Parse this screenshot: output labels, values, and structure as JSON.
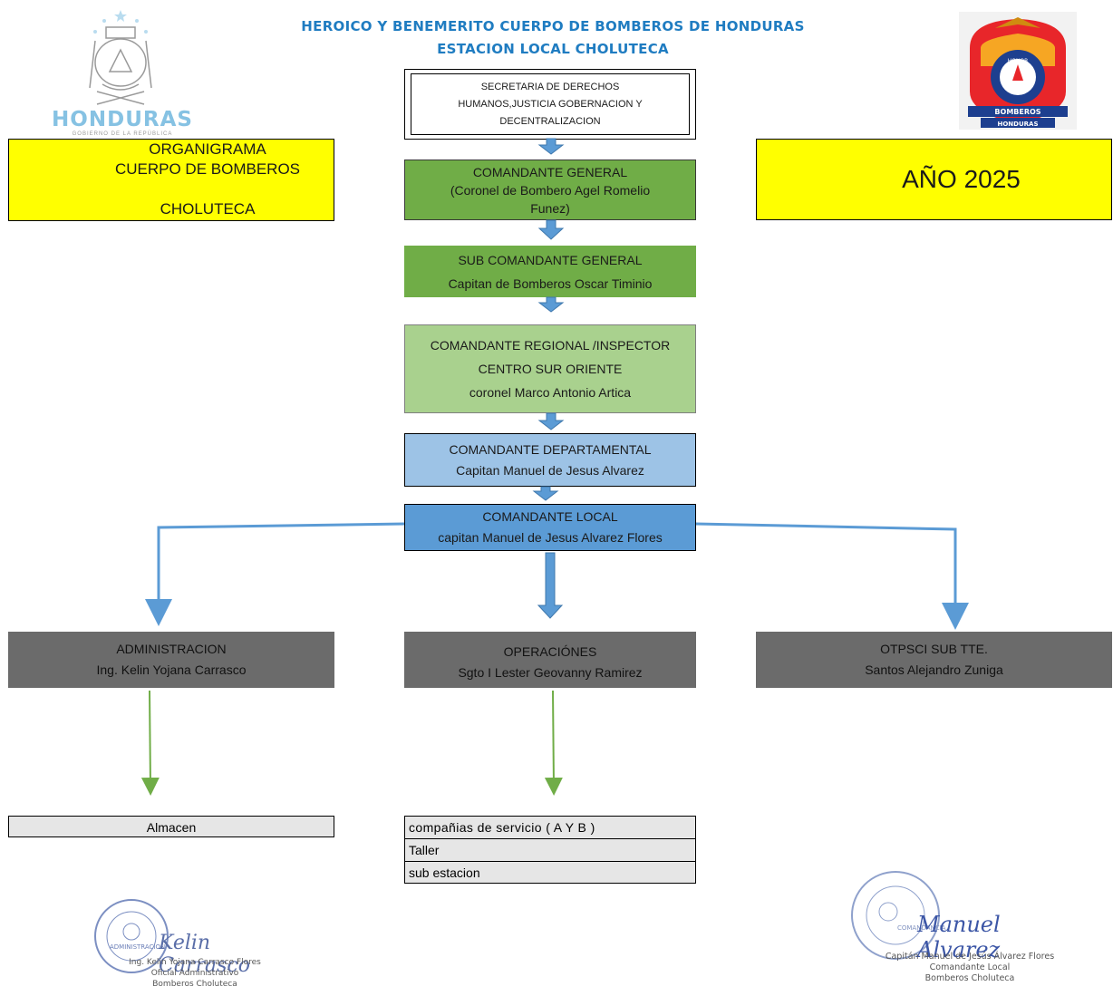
{
  "header": {
    "title_line1": "HEROICO Y BENEMERITO CUERPO DE BOMBEROS DE HONDURAS",
    "title_line2": "ESTACION LOCAL CHOLUTECA"
  },
  "logos": {
    "left_text": "HONDURAS",
    "left_subtext": "GOBIERNO DE LA REPÚBLICA",
    "right_text": "BOMBEROS",
    "right_subtext": "HONDURAS",
    "right_arc": "HONOR"
  },
  "left_box": {
    "line1": "ORGANIGRAMA",
    "line2": "CUERPO DE BOMBEROS",
    "line3": "CHOLUTECA"
  },
  "right_box": {
    "text": "AÑO 2025"
  },
  "chain": [
    {
      "lines": [
        "SECRETARIA  DE DERECHOS",
        "HUMANOS,JUSTICIA  GOBERNACION  Y",
        "DECENTRALIZACION"
      ]
    },
    {
      "lines": [
        "COMANDANTE GENERAL",
        "(Coronel de Bombero Agel Romelio",
        "Funez)"
      ]
    },
    {
      "lines": [
        "SUB COMANDANTE GENERAL",
        "Capitan de Bomberos  Oscar Timinio"
      ]
    },
    {
      "lines": [
        "COMANDANTE REGIONAL /INSPECTOR",
        "CENTRO SUR ORIENTE",
        "coronel Marco Antonio Artica"
      ]
    },
    {
      "lines": [
        "COMANDANTE DEPARTAMENTAL",
        "Capitan Manuel de Jesus Alvarez"
      ]
    },
    {
      "lines": [
        "COMANDANTE LOCAL",
        "capitan Manuel de Jesus Alvarez Flores"
      ]
    }
  ],
  "departments": [
    {
      "lines": [
        "ADMINISTRACION",
        "Ing. Kelin Yojana Carrasco"
      ]
    },
    {
      "lines": [
        "OPERACIÓNES",
        "Sgto I Lester Geovanny Ramirez"
      ]
    },
    {
      "lines": [
        "OTPSCI   SUB TTE.",
        "Santos Alejandro Zuniga"
      ]
    }
  ],
  "units": {
    "admin": [
      "Almacen"
    ],
    "ops": [
      "compañias de servicio  ( A Y B )",
      "Taller",
      "sub estacion"
    ]
  },
  "signatures": {
    "left": {
      "stamp_text": "ADMINISTRACION",
      "handwritten": "Kelin Carrasco",
      "lines": [
        "Ing. Kelin Yojana Carrasco Flores",
        "Oficial Administrativo",
        "Bomberos Choluteca"
      ]
    },
    "right": {
      "stamp_text": "COMANDANCIA",
      "handwritten": "Manuel Alvarez",
      "lines": [
        "Capitán Manuel de Jesús Álvarez Flores",
        "Comandante Local",
        "Bomberos Choluteca"
      ]
    }
  },
  "colors": {
    "header_blue": "#1f7cc1",
    "yellow": "#ffff00",
    "green_dark": "#70ad47",
    "green_light": "#a9d18e",
    "blue_light": "#9dc3e6",
    "blue_mid": "#5b9bd5",
    "gray": "#6b6b6b",
    "row_gray": "#e6e6e6",
    "connector_blue": "#5b9bd5",
    "connector_green": "#70ad47"
  }
}
